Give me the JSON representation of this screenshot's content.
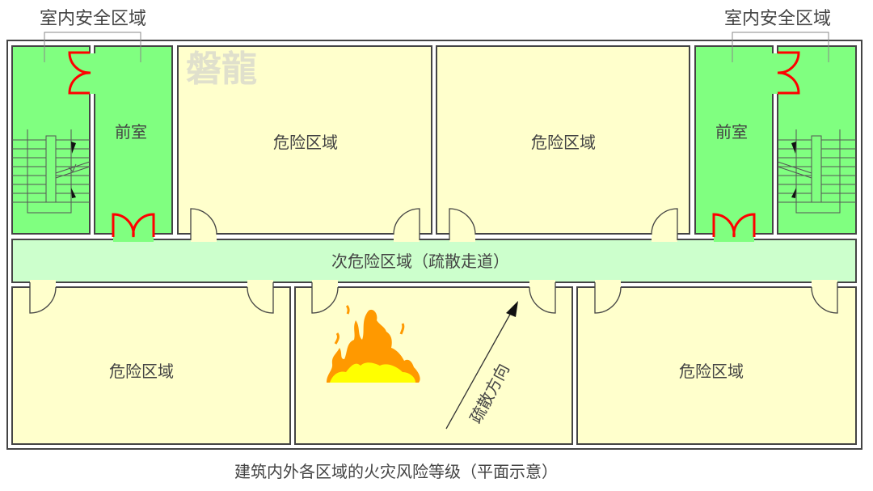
{
  "labels": {
    "safe_zone_left": "室内安全区域",
    "safe_zone_right": "室内安全区域",
    "anteroom_left": "前室",
    "anteroom_right": "前室",
    "danger_top_left": "危险区域",
    "danger_top_right": "危险区域",
    "corridor": "次危险区域（疏散走道）",
    "danger_bottom_left": "危险区域",
    "danger_bottom_right": "危险区域",
    "evacuation_direction": "疏散方向",
    "watermark": "磐龍",
    "caption": "建筑内外各区域的火灾风险等级（平面示意）"
  },
  "colors": {
    "safe_green": "#80ff80",
    "corridor_green": "#ccffcc",
    "danger_yellow": "#ffffcc",
    "wall": "#444444",
    "fire_door_red": "#ff0000",
    "flame_orange": "#ff9900",
    "flame_yellow": "#ffff00",
    "watermark": "#e0e0cc"
  }
}
